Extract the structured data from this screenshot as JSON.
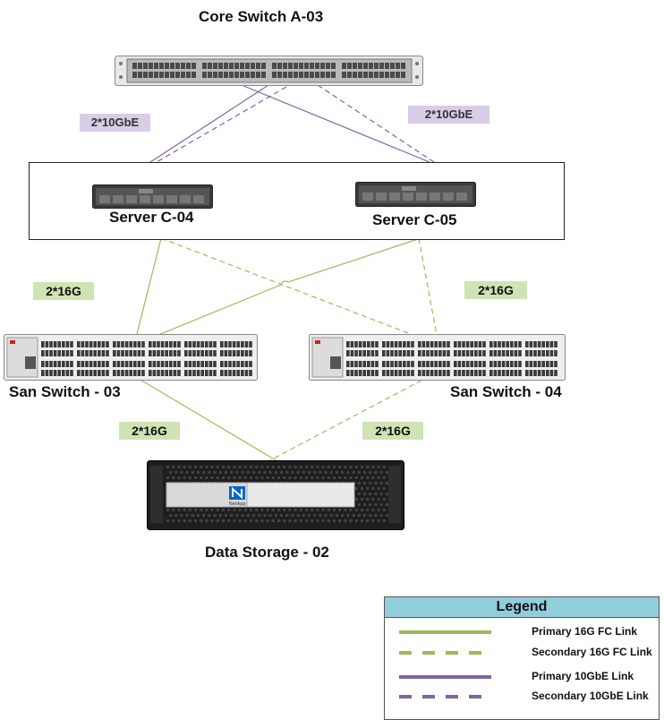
{
  "core_switch": {
    "label": "Core Switch A-03"
  },
  "servers": [
    {
      "label": "Server C-04"
    },
    {
      "label": "Server C-05"
    }
  ],
  "san_switches": [
    {
      "label": "San Switch - 03"
    },
    {
      "label": "San Switch - 04"
    }
  ],
  "storage": {
    "label": "Data Storage - 02",
    "brand": "NetApp"
  },
  "link_tags": {
    "core_left": "2*10GbE",
    "core_right": "2*10GbE",
    "server_left": "2*16G",
    "server_right": "2*16G",
    "storage_left": "2*16G",
    "storage_right": "2*16G"
  },
  "colors": {
    "fc_link": "#9bbb59",
    "ge_link": "#8064a2",
    "legend_header": "#92cddc"
  },
  "legend": {
    "title": "Legend",
    "items": [
      {
        "label": "Primary 16G FC Link",
        "color": "#9bbb59",
        "style": "solid"
      },
      {
        "label": "Secondary 16G FC Link",
        "color": "#9bbb59",
        "style": "dashed"
      },
      {
        "label": "Primary 10GbE Link",
        "color": "#8064a2",
        "style": "solid"
      },
      {
        "label": "Secondary 10GbE Link",
        "color": "#8064a2",
        "style": "dashed"
      }
    ]
  }
}
